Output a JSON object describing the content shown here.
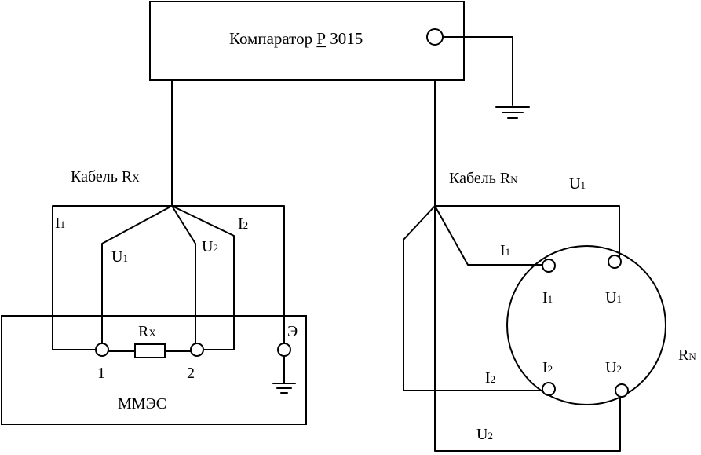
{
  "comparator": {
    "label_prefix": "Компаратор ",
    "label_model": "Р",
    "label_num": " 3015"
  },
  "cable_rx": {
    "prefix": "Кабель R",
    "sub": "X"
  },
  "cable_rn": {
    "prefix": "Кабель R",
    "sub": "N"
  },
  "mmes": {
    "title": "ММЭС",
    "term1": "1",
    "term2": "2",
    "screen": "Э"
  },
  "resistor_rx": {
    "main": "R",
    "sub": "X"
  },
  "rn": {
    "main": "R",
    "sub": "N"
  },
  "wire_labels": {
    "i": "I",
    "u": "U",
    "one": "1",
    "two": "2"
  }
}
